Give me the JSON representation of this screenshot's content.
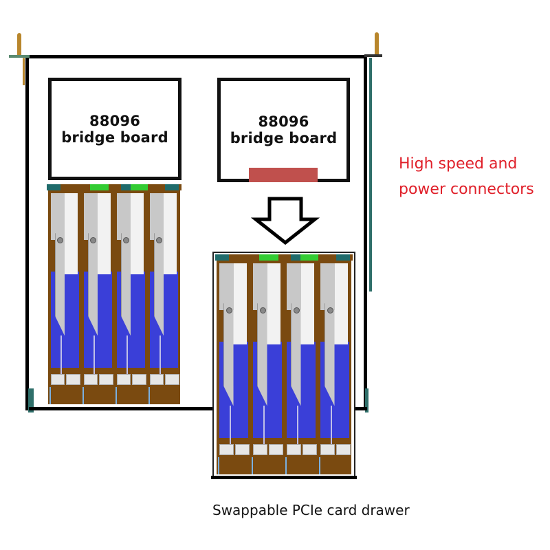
{
  "bridge_boards": [
    {
      "number": "88096",
      "label": "bridge board"
    },
    {
      "number": "88096",
      "label": "bridge board"
    }
  ],
  "annotations": {
    "connectors_line1": "High speed and",
    "connectors_line2": "power connectors",
    "drawer_caption": "Swappable PCIe card drawer"
  },
  "colors": {
    "connector": "#c0504d",
    "annotation_text": "#e0202a",
    "card_blue": "#3a3fd8",
    "card_silver": "#c8c8c8",
    "pcb_brown": "#7a4a10",
    "indicator_green": "#33cc33",
    "teal": "#1f6b6b"
  },
  "drawers": [
    {
      "name": "installed-drawer",
      "card_count": 4
    },
    {
      "name": "swappable-drawer",
      "card_count": 4
    }
  ]
}
